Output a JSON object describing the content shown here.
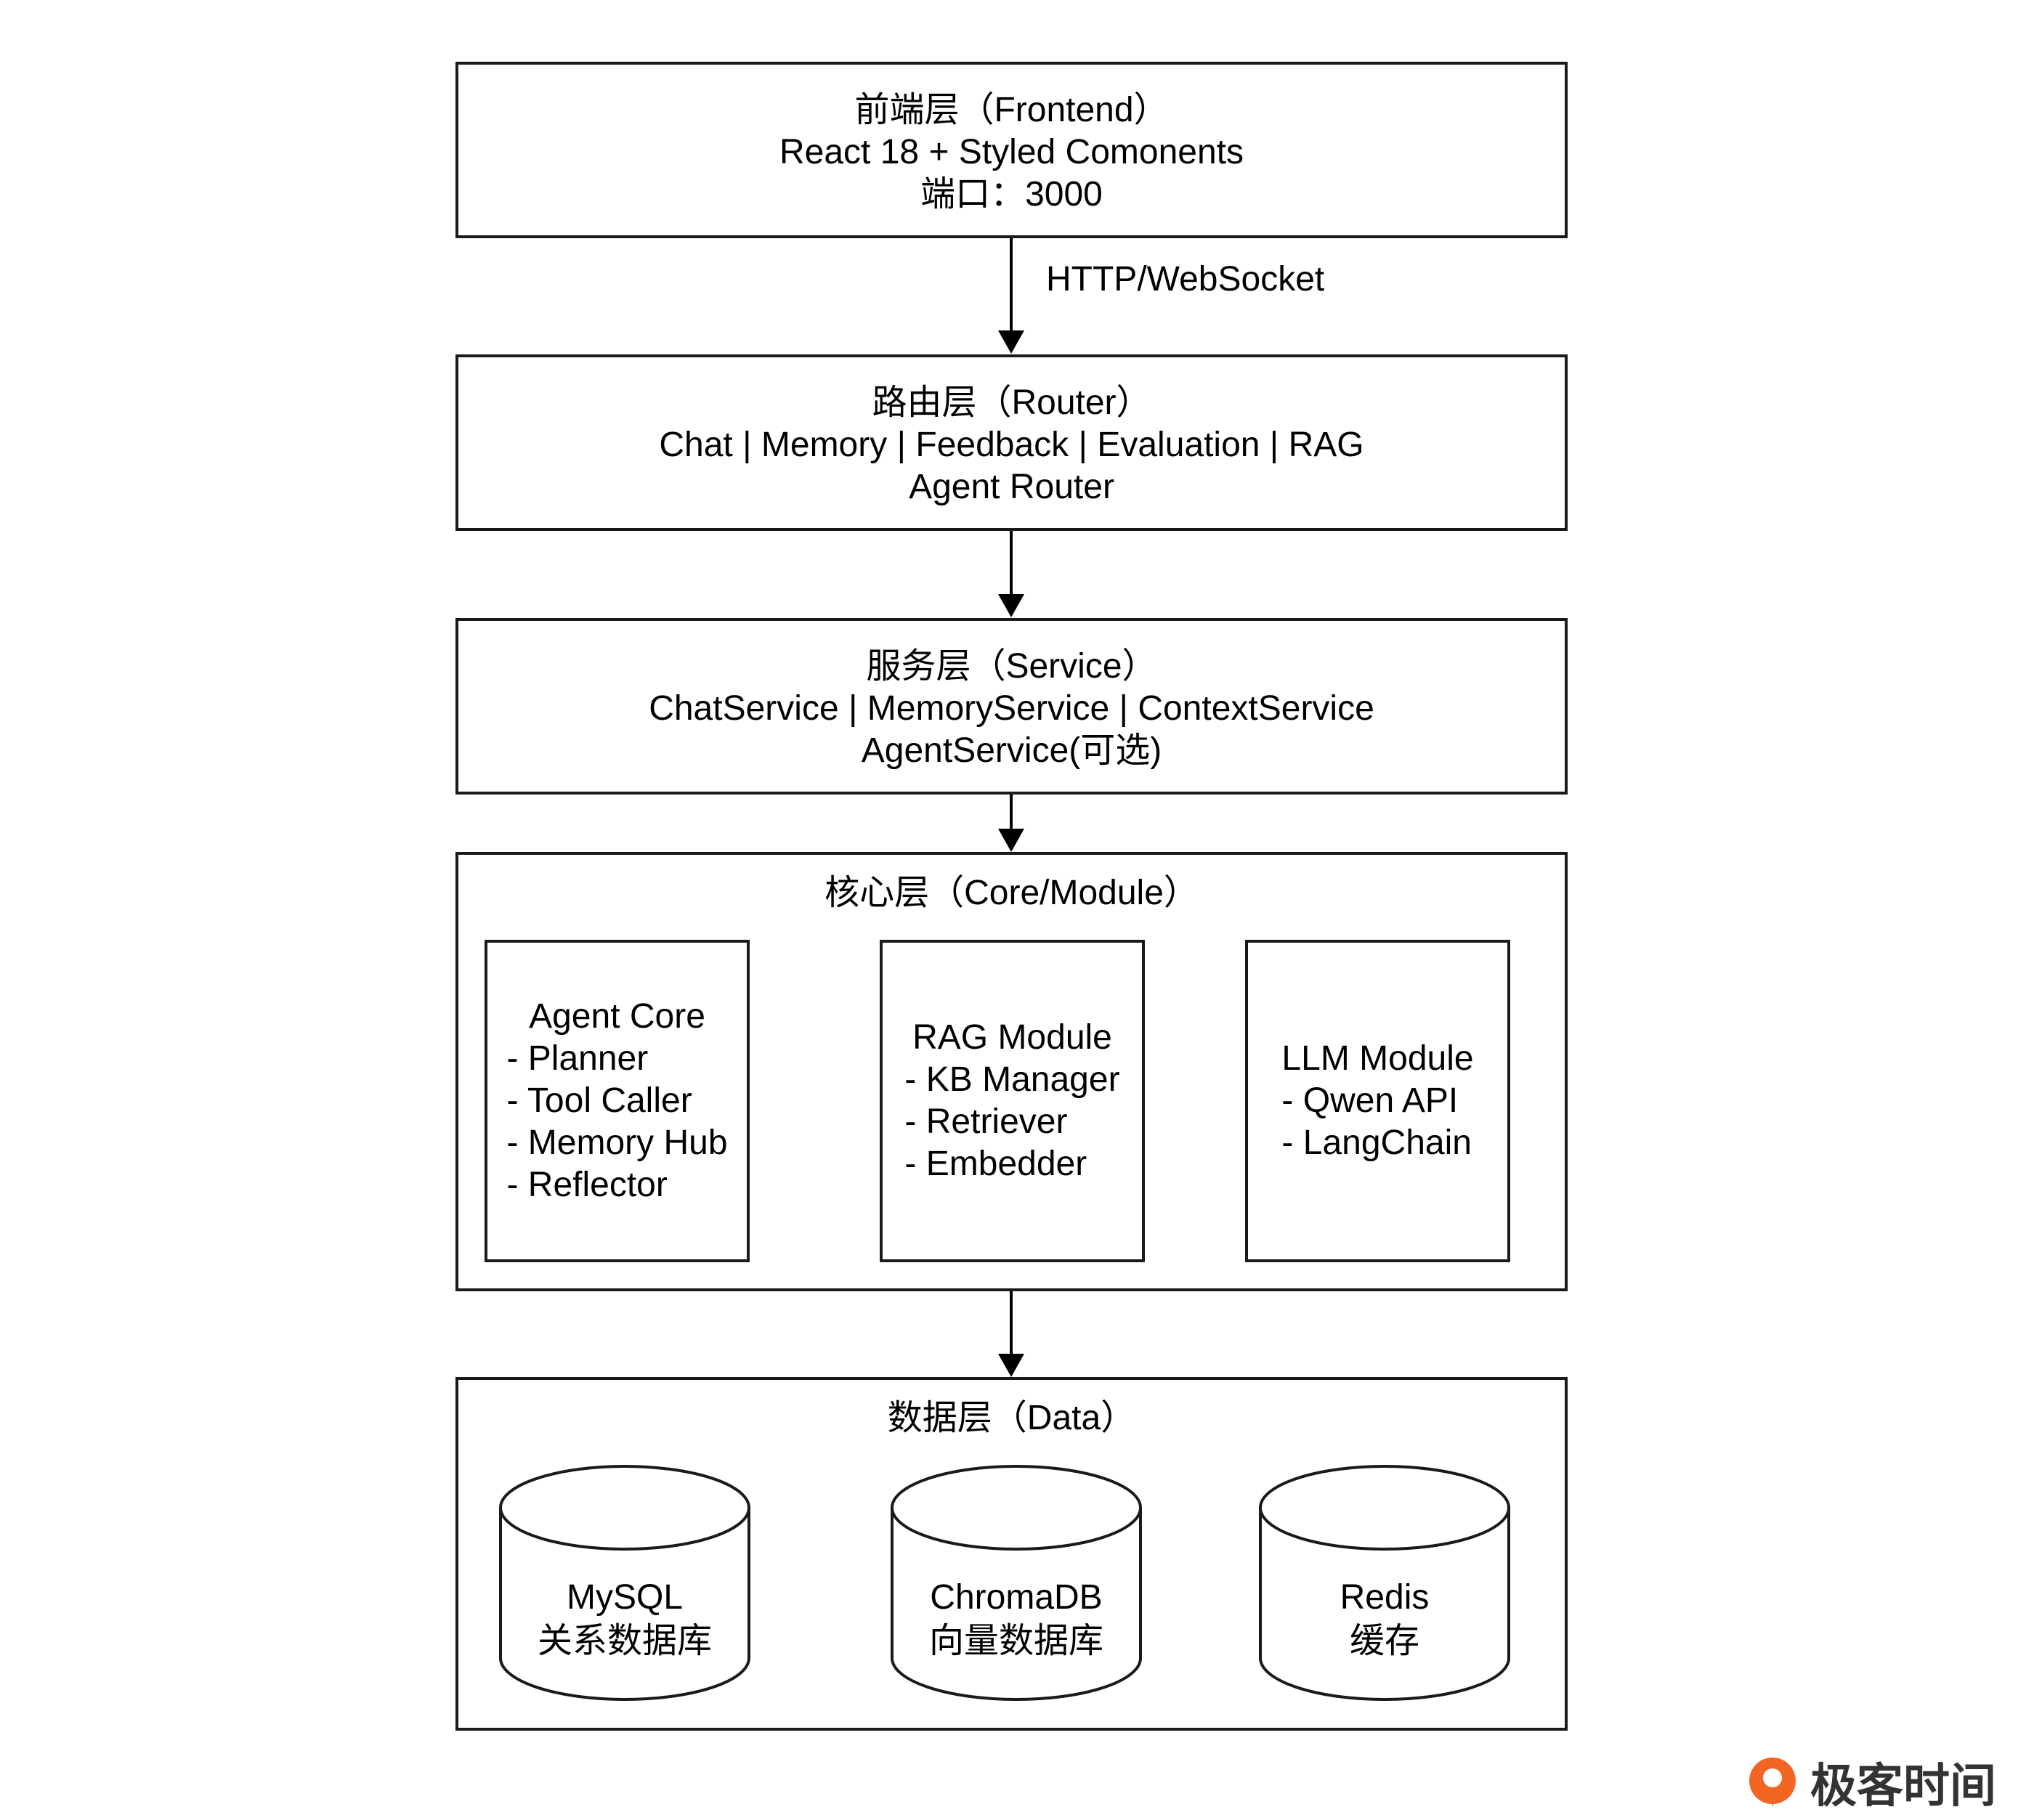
{
  "layers": {
    "frontend": {
      "lines": [
        "前端层（Frontend）",
        "React 18 + Styled Comonents",
        "端口：3000"
      ]
    },
    "router": {
      "lines": [
        "路由层（Router）",
        "Chat | Memory | Feedback | Evaluation | RAG",
        "Agent Router"
      ]
    },
    "service": {
      "lines": [
        "服务层（Service）",
        "ChatService | MemoryService | ContextService",
        "AgentService(可选)"
      ]
    },
    "core": {
      "title": "核心层（Core/Module）",
      "modules": [
        {
          "title": "Agent Core",
          "items": [
            "- Planner",
            "- Tool Caller",
            "- Memory Hub",
            "- Reflector"
          ]
        },
        {
          "title": "RAG Module",
          "items": [
            "- KB Manager",
            "- Retriever",
            "- Embedder"
          ]
        },
        {
          "title": "LLM Module",
          "items": [
            "- Qwen API",
            "- LangChain"
          ]
        }
      ]
    },
    "data": {
      "title": "数据层（Data）",
      "stores": [
        {
          "name": "MySQL",
          "desc": "关系数据库"
        },
        {
          "name": "ChromaDB",
          "desc": "向量数据库"
        },
        {
          "name": "Redis",
          "desc": "缓存"
        }
      ]
    }
  },
  "edges": {
    "frontend_to_router": {
      "label": "HTTP/WebSocket"
    }
  },
  "watermark": {
    "text": "极客时间",
    "color": "#f26522"
  }
}
